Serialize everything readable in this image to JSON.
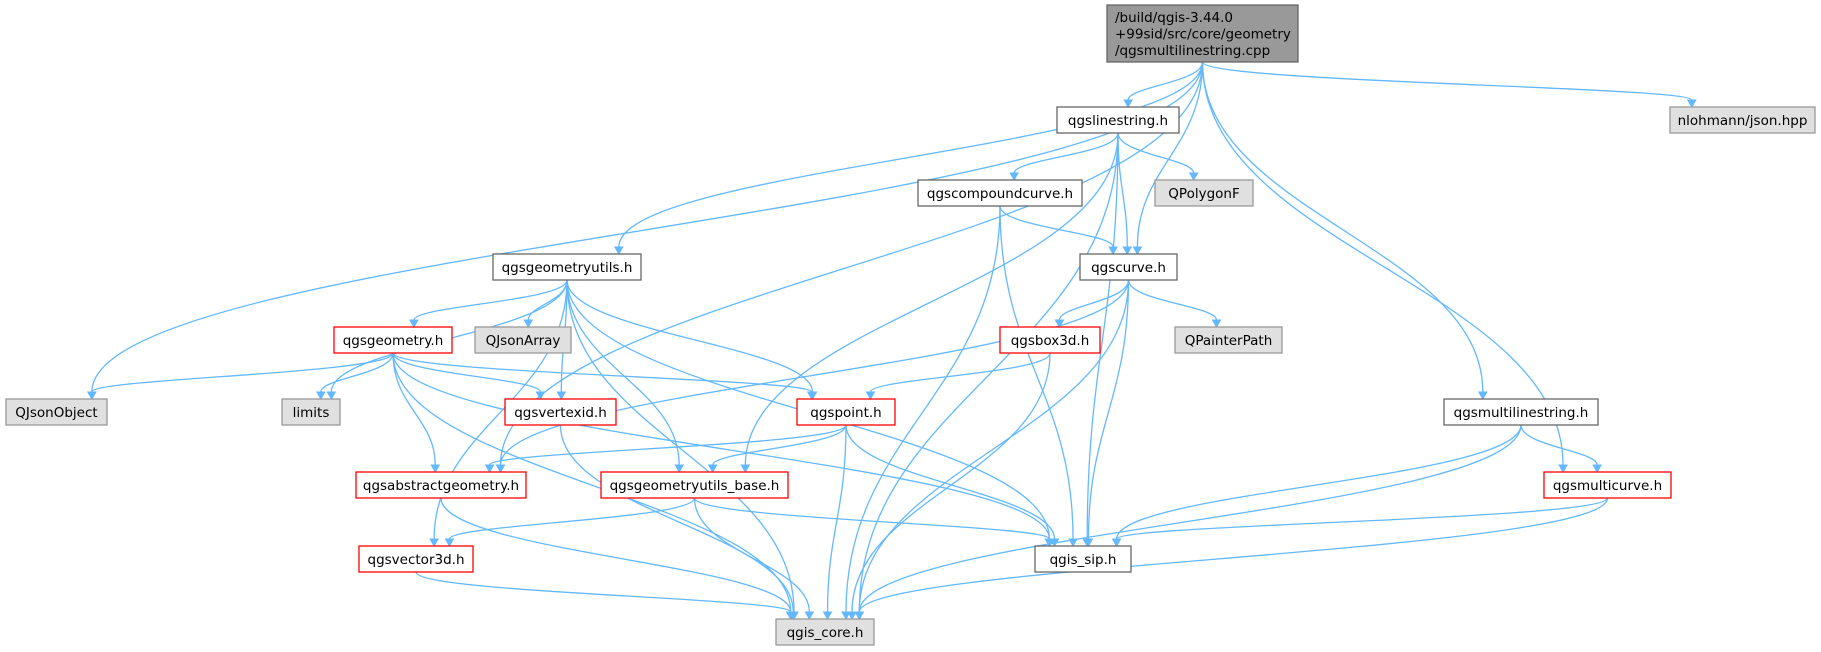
{
  "colors": {
    "edge": "#63b8ff",
    "root_fill": "#999999",
    "grey_fill": "#e0e0e0",
    "grey_stroke": "#999999",
    "red_stroke": "#ff0000",
    "black_stroke": "#666666",
    "white_fill": "#ffffff"
  },
  "nodes": [
    {
      "id": "root",
      "style": "root",
      "lines": [
        "/build/qgis-3.44.0",
        "+99sid/src/core/geometry",
        "/qgsmultilinestring.cpp"
      ]
    },
    {
      "id": "qgslinestring",
      "style": "plain",
      "lines": [
        "qgslinestring.h"
      ]
    },
    {
      "id": "nlohmann",
      "style": "grey",
      "lines": [
        "nlohmann/json.hpp"
      ]
    },
    {
      "id": "qgscompoundcurve",
      "style": "plain",
      "lines": [
        "qgscompoundcurve.h"
      ]
    },
    {
      "id": "qpolygonf",
      "style": "grey",
      "lines": [
        "QPolygonF"
      ]
    },
    {
      "id": "qgsgeometryutils",
      "style": "plain",
      "lines": [
        "qgsgeometryutils.h"
      ]
    },
    {
      "id": "qgscurve",
      "style": "plain",
      "lines": [
        "qgscurve.h"
      ]
    },
    {
      "id": "qgsgeometry",
      "style": "red",
      "lines": [
        "qgsgeometry.h"
      ]
    },
    {
      "id": "qjsonarray",
      "style": "grey",
      "lines": [
        "QJsonArray"
      ]
    },
    {
      "id": "qgsbox3d",
      "style": "red",
      "lines": [
        "qgsbox3d.h"
      ]
    },
    {
      "id": "qpainterpath",
      "style": "grey",
      "lines": [
        "QPainterPath"
      ]
    },
    {
      "id": "qjsonobject",
      "style": "grey",
      "lines": [
        "QJsonObject"
      ]
    },
    {
      "id": "limits",
      "style": "grey",
      "lines": [
        "limits"
      ]
    },
    {
      "id": "qgsvertexid",
      "style": "red",
      "lines": [
        "qgsvertexid.h"
      ]
    },
    {
      "id": "qgspoint",
      "style": "red",
      "lines": [
        "qgspoint.h"
      ]
    },
    {
      "id": "qgsmultilinestring",
      "style": "plain",
      "lines": [
        "qgsmultilinestring.h"
      ]
    },
    {
      "id": "qgsabstractgeometry",
      "style": "red",
      "lines": [
        "qgsabstractgeometry.h"
      ]
    },
    {
      "id": "qgsgeometryutils_base",
      "style": "red",
      "lines": [
        "qgsgeometryutils_base.h"
      ]
    },
    {
      "id": "qgsmulticurve",
      "style": "red",
      "lines": [
        "qgsmulticurve.h"
      ]
    },
    {
      "id": "qgsvector3d",
      "style": "red",
      "lines": [
        "qgsvector3d.h"
      ]
    },
    {
      "id": "qgis_sip",
      "style": "plain",
      "lines": [
        "qgis_sip.h"
      ]
    },
    {
      "id": "qgis_core",
      "style": "grey",
      "lines": [
        "qgis_core.h"
      ]
    }
  ],
  "edges": [
    [
      "root",
      "qgslinestring"
    ],
    [
      "root",
      "nlohmann"
    ],
    [
      "root",
      "qgsgeometryutils"
    ],
    [
      "root",
      "qgscurve"
    ],
    [
      "root",
      "qjsonobject"
    ],
    [
      "root",
      "qgsabstractgeometry"
    ],
    [
      "root",
      "qgsmultilinestring"
    ],
    [
      "root",
      "qgsmulticurve"
    ],
    [
      "qgslinestring",
      "qgscompoundcurve"
    ],
    [
      "qgslinestring",
      "qpolygonf"
    ],
    [
      "qgslinestring",
      "qgscurve"
    ],
    [
      "qgslinestring",
      "qgsgeometryutils_base"
    ],
    [
      "qgslinestring",
      "qgis_sip"
    ],
    [
      "qgslinestring",
      "qgis_core"
    ],
    [
      "qgscompoundcurve",
      "qgscurve"
    ],
    [
      "qgscompoundcurve",
      "qgis_sip"
    ],
    [
      "qgscompoundcurve",
      "qgis_core"
    ],
    [
      "qgscurve",
      "qgsbox3d"
    ],
    [
      "qgscurve",
      "qpainterpath"
    ],
    [
      "qgscurve",
      "qgsabstractgeometry"
    ],
    [
      "qgscurve",
      "qgis_sip"
    ],
    [
      "qgscurve",
      "qgis_core"
    ],
    [
      "qgsgeometryutils",
      "qgsgeometry"
    ],
    [
      "qgsgeometryutils",
      "qjsonarray"
    ],
    [
      "qgsgeometryutils",
      "limits"
    ],
    [
      "qgsgeometryutils",
      "qgsvertexid"
    ],
    [
      "qgsgeometryutils",
      "qgspoint"
    ],
    [
      "qgsgeometryutils",
      "qgsgeometryutils_base"
    ],
    [
      "qgsgeometryutils",
      "qgsvector3d"
    ],
    [
      "qgsgeometryutils",
      "qgis_sip"
    ],
    [
      "qgsgeometryutils",
      "qgis_core"
    ],
    [
      "qgsgeometry",
      "qjsonobject"
    ],
    [
      "qgsgeometry",
      "limits"
    ],
    [
      "qgsgeometry",
      "qgsvertexid"
    ],
    [
      "qgsgeometry",
      "qgspoint"
    ],
    [
      "qgsgeometry",
      "qgsabstractgeometry"
    ],
    [
      "qgsgeometry",
      "qgis_sip"
    ],
    [
      "qgsgeometry",
      "qgis_core"
    ],
    [
      "qgsbox3d",
      "qgspoint"
    ],
    [
      "qgsbox3d",
      "qgis_core"
    ],
    [
      "qgsvertexid",
      "qgis_core"
    ],
    [
      "qgspoint",
      "qgsabstractgeometry"
    ],
    [
      "qgspoint",
      "qgsgeometryutils_base"
    ],
    [
      "qgspoint",
      "qgis_sip"
    ],
    [
      "qgspoint",
      "qgis_core"
    ],
    [
      "qgsabstractgeometry",
      "qgis_core"
    ],
    [
      "qgsgeometryutils_base",
      "qgsvector3d"
    ],
    [
      "qgsgeometryutils_base",
      "qgis_sip"
    ],
    [
      "qgsgeometryutils_base",
      "qgis_core"
    ],
    [
      "qgsvector3d",
      "qgis_core"
    ],
    [
      "qgsmultilinestring",
      "qgsmulticurve"
    ],
    [
      "qgsmultilinestring",
      "qgis_sip"
    ],
    [
      "qgsmultilinestring",
      "qgis_core"
    ],
    [
      "qgsmulticurve",
      "qgis_sip"
    ],
    [
      "qgsmulticurve",
      "qgis_core"
    ]
  ]
}
